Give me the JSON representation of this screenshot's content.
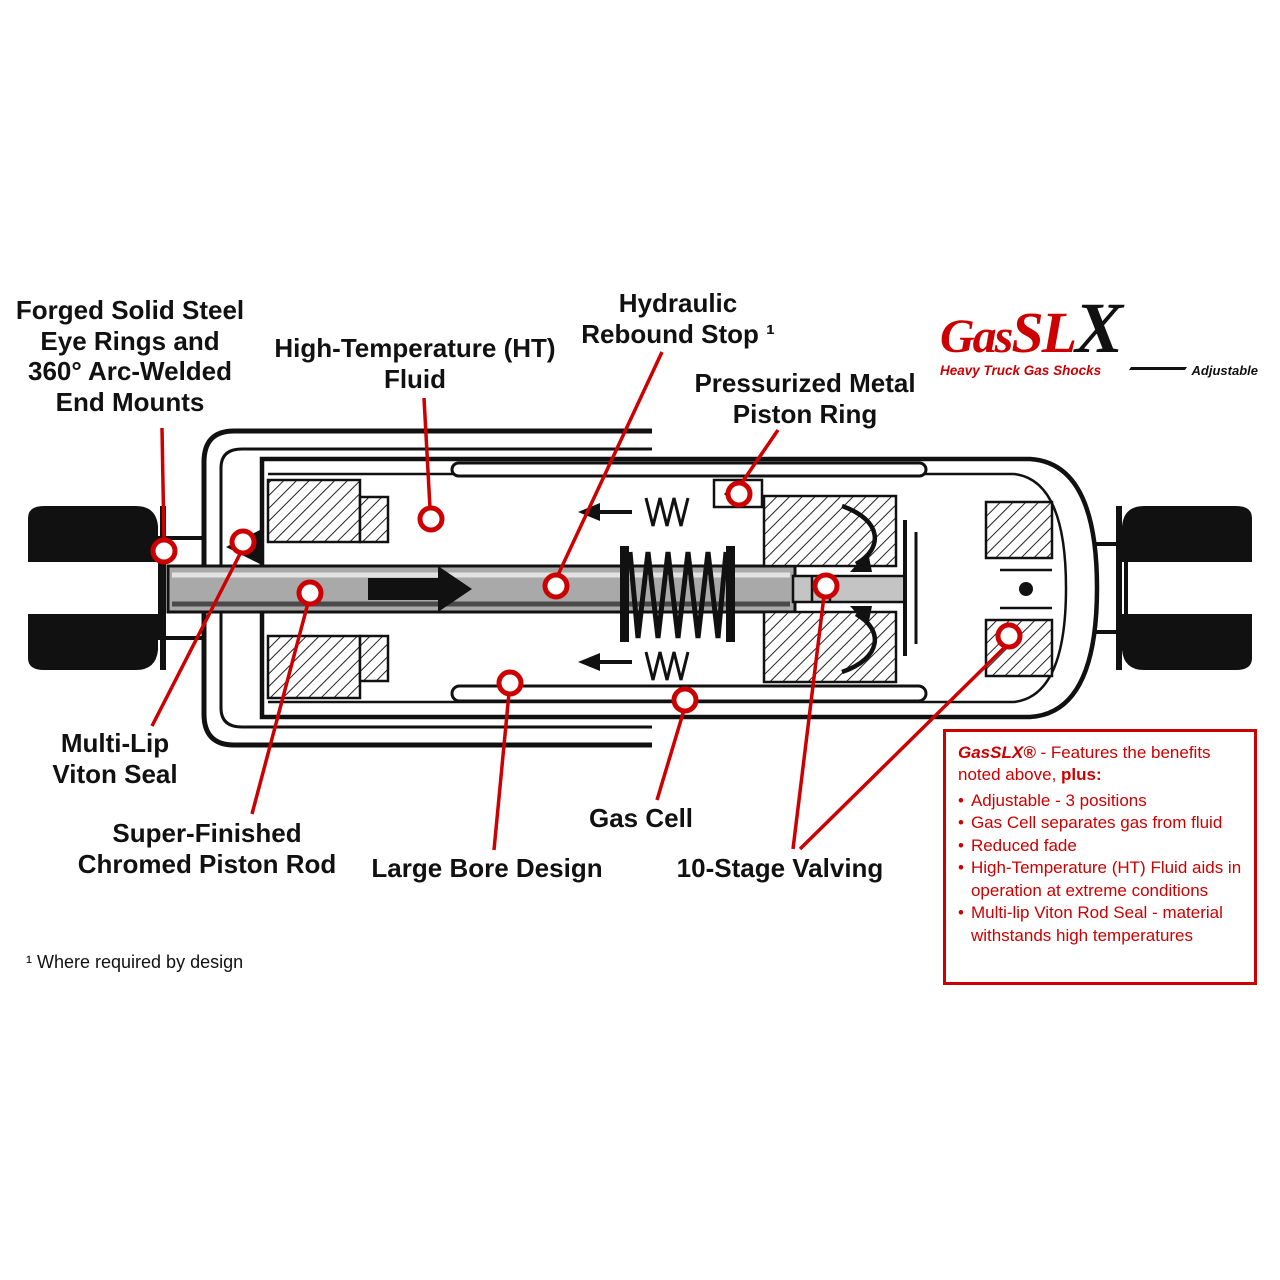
{
  "colors": {
    "accent_red": "#cc0000",
    "line_black": "#111111"
  },
  "logo": {
    "gas": "Gas",
    "slx": "SL",
    "x": "X",
    "tagline": "Heavy Truck Gas Shocks",
    "badge": "Adjustable"
  },
  "labels": {
    "forged": "Forged Solid Steel\nEye Rings and\n360° Arc-Welded\nEnd Mounts",
    "ht_fluid": "High-Temperature (HT)\nFluid",
    "rebound": "Hydraulic\nRebound Stop ¹",
    "piston_ring": "Pressurized Metal\nPiston Ring",
    "multi_lip": "Multi-Lip\nViton Seal",
    "piston_rod": "Super-Finished\nChromed Piston Rod",
    "large_bore": "Large Bore Design",
    "gas_cell": "Gas Cell",
    "valving": "10-Stage Valving",
    "footnote": "¹ Where required by design"
  },
  "features": {
    "intro_brand": "GasSLX®",
    "intro_rest": " - Features the benefits noted above, ",
    "intro_bold": "plus:",
    "bullet": "•",
    "items": [
      "Adjustable - 3 positions",
      "Gas Cell separates gas from fluid",
      "Reduced fade",
      "High-Temperature (HT) Fluid aids in operation at extreme conditions",
      "Multi-lip Viton Rod Seal - material withstands high temperatures"
    ]
  }
}
